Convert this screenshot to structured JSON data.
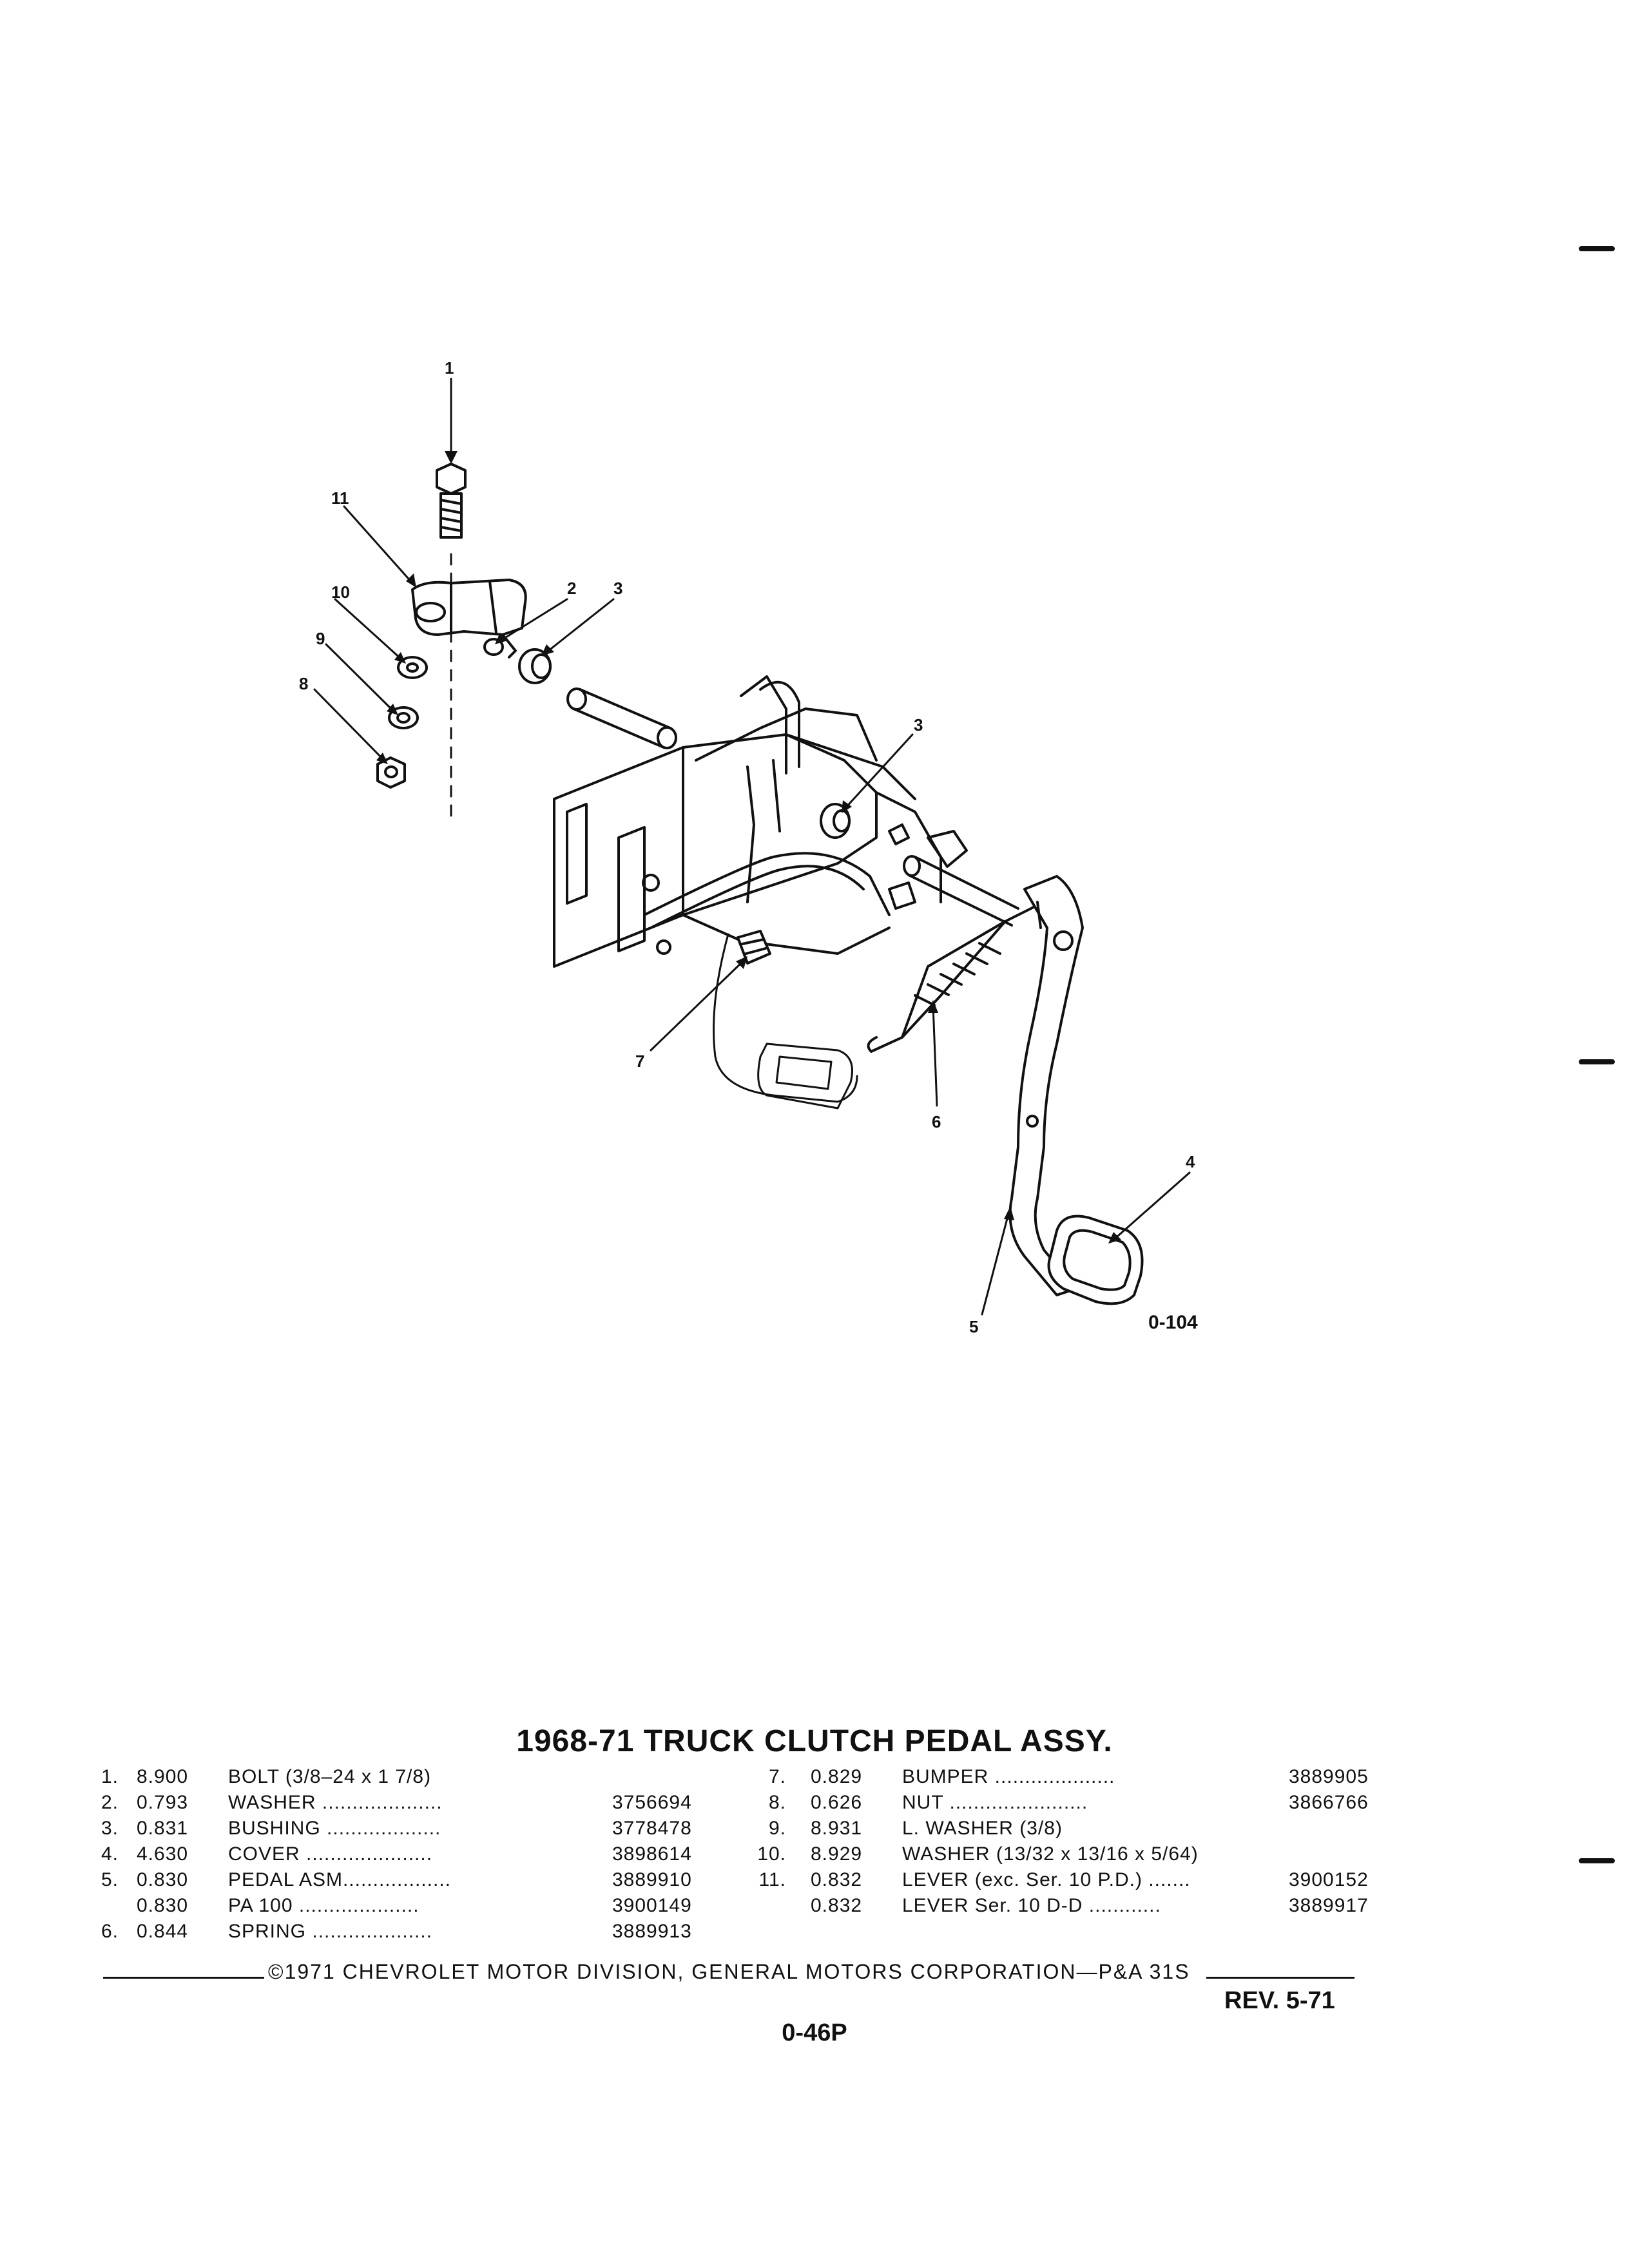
{
  "title": "1968-71 TRUCK CLUTCH PEDAL ASSY.",
  "figure_id": "0-104",
  "callouts": [
    "1",
    "2",
    "3",
    "3",
    "4",
    "5",
    "6",
    "7",
    "8",
    "9",
    "10",
    "11"
  ],
  "parts_left": [
    {
      "num": "1.",
      "group": "8.900",
      "desc": "BOLT (3/8–24 x 1 7/8)",
      "part": ""
    },
    {
      "num": "2.",
      "group": "0.793",
      "desc": "WASHER ....................",
      "part": "3756694"
    },
    {
      "num": "3.",
      "group": "0.831",
      "desc": "BUSHING ...................",
      "part": "3778478"
    },
    {
      "num": "4.",
      "group": "4.630",
      "desc": "COVER .....................",
      "part": "3898614"
    },
    {
      "num": "5.",
      "group": "0.830",
      "desc": "PEDAL ASM..................",
      "part": "3889910"
    },
    {
      "num": "",
      "group": "0.830",
      "desc": "PA 100 ....................",
      "part": "3900149"
    },
    {
      "num": "6.",
      "group": "0.844",
      "desc": "SPRING ....................",
      "part": "3889913"
    }
  ],
  "parts_right": [
    {
      "num": "7.",
      "group": "0.829",
      "desc": "BUMPER ....................",
      "part": "3889905"
    },
    {
      "num": "8.",
      "group": "0.626",
      "desc": "NUT .......................",
      "part": "3866766"
    },
    {
      "num": "9.",
      "group": "8.931",
      "desc": "L. WASHER (3/8)",
      "part": ""
    },
    {
      "num": "10.",
      "group": "8.929",
      "desc": "WASHER (13/32 x 13/16 x 5/64)",
      "part": ""
    },
    {
      "num": "11.",
      "group": "0.832",
      "desc": "LEVER (exc. Ser. 10 P.D.) .......",
      "part": "3900152"
    },
    {
      "num": "",
      "group": "0.832",
      "desc": "LEVER Ser. 10 D-D ............",
      "part": "3889917"
    }
  ],
  "footer": "©1971 CHEVROLET MOTOR DIVISION, GENERAL MOTORS CORPORATION—P&A 31S",
  "revision": "REV. 5-71",
  "page_number": "0-46P"
}
